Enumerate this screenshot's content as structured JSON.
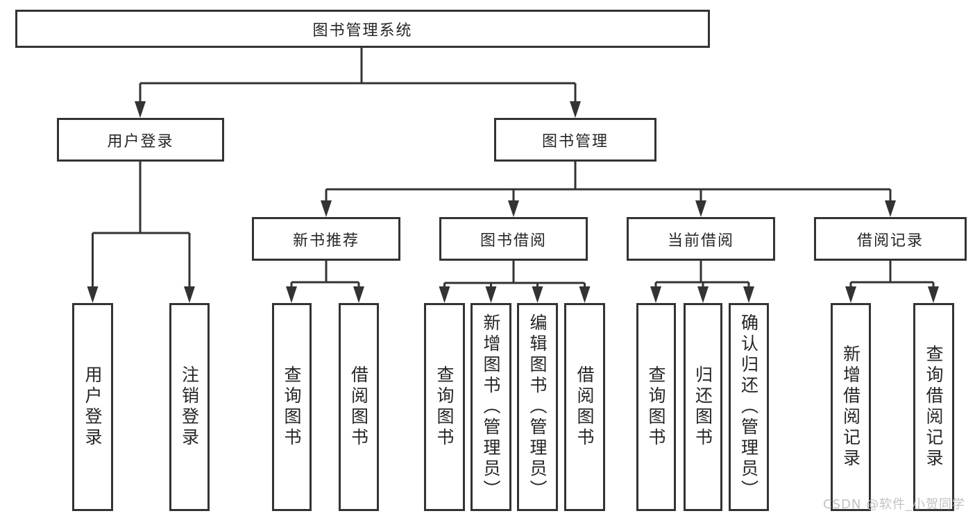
{
  "tree": {
    "root": {
      "label": "图书管理系统"
    },
    "children": [
      {
        "label": "用户登录",
        "children": [
          {
            "label": "用户登录"
          },
          {
            "label": "注销登录"
          }
        ]
      },
      {
        "label": "图书管理",
        "children": [
          {
            "label": "新书推荐",
            "children": [
              {
                "label": "查询图书"
              },
              {
                "label": "借阅图书"
              }
            ]
          },
          {
            "label": "图书借阅",
            "children": [
              {
                "label": "查询图书"
              },
              {
                "label": "新增图书（管理员）"
              },
              {
                "label": "编辑图书（管理员）"
              },
              {
                "label": "借阅图书"
              }
            ]
          },
          {
            "label": "当前借阅",
            "children": [
              {
                "label": "查询图书"
              },
              {
                "label": "归还图书"
              },
              {
                "label": "确认归还（管理员）"
              }
            ]
          },
          {
            "label": "借阅记录",
            "children": [
              {
                "label": "新增借阅记录"
              },
              {
                "label": "查询借阅记录"
              }
            ]
          }
        ]
      }
    ]
  },
  "watermark": {
    "text": "CSDN @软件_小贺同学"
  },
  "colors": {
    "line": "#333333",
    "box_border": "#333333",
    "text": "#262626",
    "background": "#ffffff",
    "watermark": "#bebebe"
  }
}
